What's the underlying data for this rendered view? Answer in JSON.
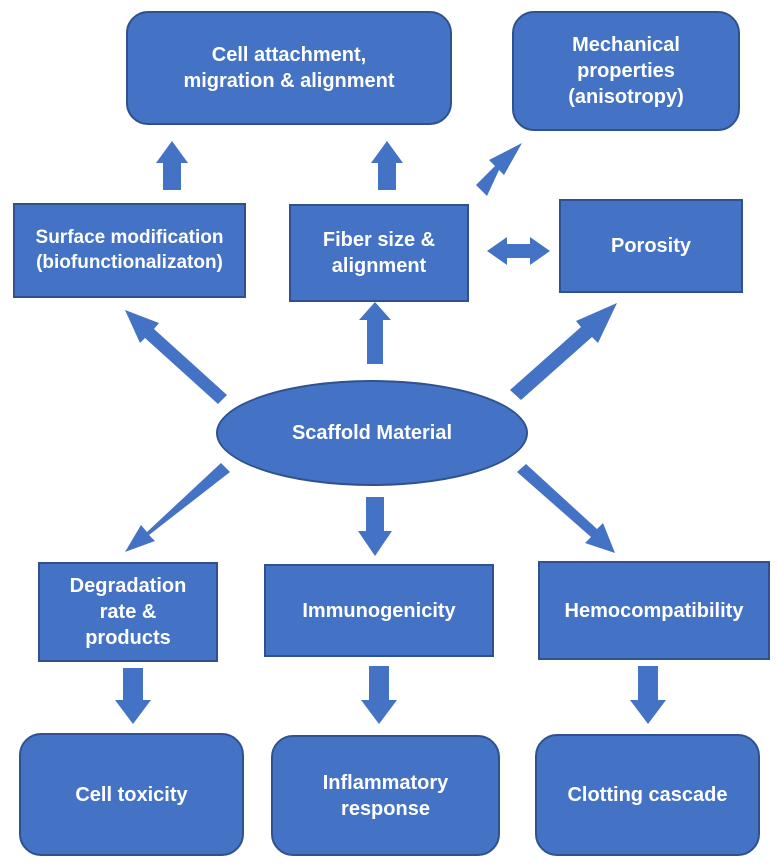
{
  "nodes": {
    "cell_attachment": "Cell attachment,\nmigration & alignment",
    "mechanical": "Mechanical\nproperties\n(anisotropy)",
    "surface_modification": "Surface modification\n(biofunctionalizaton)",
    "fiber_size": "Fiber size &\nalignment",
    "porosity": "Porosity",
    "scaffold_material": "Scaffold Material",
    "degradation": "Degradation\nrate &\nproducts",
    "immunogenicity": "Immunogenicity",
    "hemocompatibility": "Hemocompatibility",
    "cell_toxicity": "Cell toxicity",
    "inflammatory": "Inflammatory\nresponse",
    "clotting": "Clotting cascade"
  },
  "edges": [
    {
      "from": "Scaffold Material",
      "to": "Surface modification (biofunctionalizaton)"
    },
    {
      "from": "Scaffold Material",
      "to": "Fiber size & alignment"
    },
    {
      "from": "Scaffold Material",
      "to": "Porosity"
    },
    {
      "from": "Scaffold Material",
      "to": "Degradation rate & products"
    },
    {
      "from": "Scaffold Material",
      "to": "Immunogenicity"
    },
    {
      "from": "Scaffold Material",
      "to": "Hemocompatibility"
    },
    {
      "from": "Surface modification (biofunctionalizaton)",
      "to": "Cell attachment, migration & alignment"
    },
    {
      "from": "Fiber size & alignment",
      "to": "Cell attachment, migration & alignment"
    },
    {
      "from": "Fiber size & alignment",
      "to": "Mechanical properties (anisotropy)"
    },
    {
      "from": "Fiber size & alignment",
      "to": "Porosity",
      "bidirectional": true
    },
    {
      "from": "Degradation rate & products",
      "to": "Cell toxicity"
    },
    {
      "from": "Immunogenicity",
      "to": "Inflammatory response"
    },
    {
      "from": "Hemocompatibility",
      "to": "Clotting cascade"
    }
  ],
  "colors": {
    "fill": "#4472c4",
    "border": "#2f528f",
    "text": "#ffffff"
  }
}
